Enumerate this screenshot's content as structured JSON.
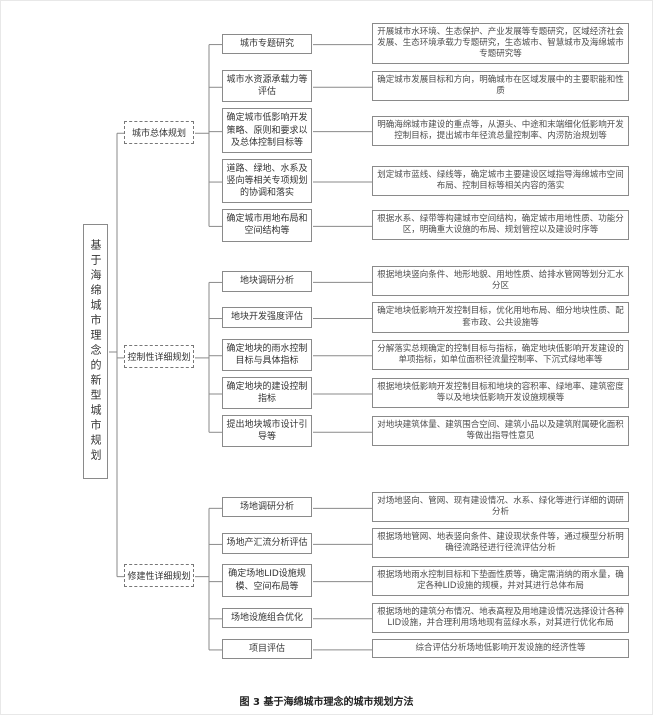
{
  "caption": "图 3 基于海绵城市理念的城市规划方法",
  "root_label": "基于海绵城市理念的新型城市规划",
  "colors": {
    "box_border": "#8a8a8a",
    "dashed_border": "#777777",
    "connector_line": "#8a8a8a",
    "task_text": "#333333",
    "desc_text": "#4d4d4d",
    "background": "#ffffff"
  },
  "sections": [
    {
      "label": "城市总体规划",
      "rows": [
        {
          "task": "城市专题研究",
          "desc": "开展城市水环境、生态保护、产业发展等专题研究，区域经济社会发展、生态环境承载力专题研究，生态城市、智慧城市及海绵城市专题研究等"
        },
        {
          "task": "城市水资源承载力等评估",
          "desc": "确定城市发展目标和方向，明确城市在区域发展中的主要职能和性质"
        },
        {
          "task": "确定城市低影响开发策略、原则和要求以及总体控制目标等",
          "desc": "明确海绵城市建设的重点等，从源头、中途和末端细化低影响开发控制目标，提出城市年径流总量控制率、内涝防治规划等"
        },
        {
          "task": "道路、绿地、水系及竖向等相关专项规划的协调和落实",
          "desc": "划定城市蓝线、绿线等，确定城市主要建设区域指导海绵城市空间布局、控制目标等相关内容的落实"
        },
        {
          "task": "确定城市用地布局和空间结构等",
          "desc": "根据水系、绿带等构建城市空间结构，确定城市用地性质、功能分区，明确重大设施的布局、规划管控以及建设时序等"
        }
      ]
    },
    {
      "label": "控制性详细规划",
      "rows": [
        {
          "task": "地块调研分析",
          "desc": "根据地块竖向条件、地形地貌、用地性质、给排水管网等划分汇水分区"
        },
        {
          "task": "地块开发强度评估",
          "desc": "确定地块低影响开发控制目标，优化用地布局、细分地块性质、配套市政、公共设施等"
        },
        {
          "task": "确定地块的雨水控制目标与具体指标",
          "desc": "分解落实总规确定的控制目标与指标，确定地块低影响开发建设的单项指标，如单位面积径流量控制率、下沉式绿地率等"
        },
        {
          "task": "确定地块的建设控制指标",
          "desc": "根据地块低影响开发控制目标和地块的容积率、绿地率、建筑密度等以及地块低影响开发设施规模等"
        },
        {
          "task": "提出地块城市设计引导等",
          "desc": "对地块建筑体量、建筑围合空间、建筑小品以及建筑附属硬化面积等做出指导性意见"
        }
      ]
    },
    {
      "label": "修建性详细规划",
      "rows": [
        {
          "task": "场地调研分析",
          "desc": "对场地竖向、管网、现有建设情况、水系、绿化等进行详细的调研分析"
        },
        {
          "task": "场地产汇流分析评估",
          "desc": "根据场地管网、地表竖向条件、建设现状条件等，通过模型分析明确径流路径进行径流评估分析"
        },
        {
          "task": "确定场地LID设施规模、空间布局等",
          "desc": "根据场地雨水控制目标和下垫面性质等，确定需消纳的雨水量，确定各种LID设施的规模，并对其进行总体布局"
        },
        {
          "task": "场地设施组合优化",
          "desc": "根据场地的建筑分布情况、地表高程及用地建设情况选择设计各种LID设施，并合理利用场地现有蓝绿水系，对其进行优化布局"
        },
        {
          "task": "项目评估",
          "desc": "综合评估分析场地低影响开发设施的经济性等"
        }
      ]
    }
  ]
}
